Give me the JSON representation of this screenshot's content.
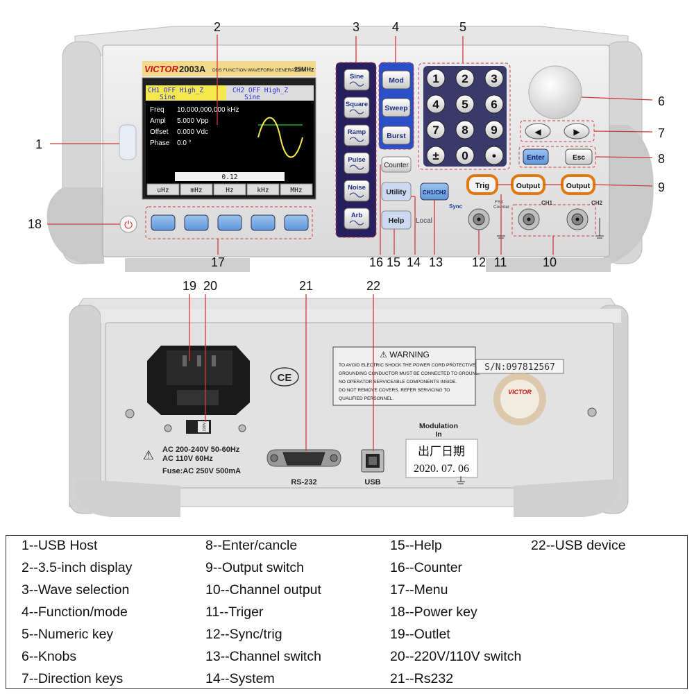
{
  "callouts": [
    "1",
    "2",
    "3",
    "4",
    "5",
    "6",
    "7",
    "8",
    "9",
    "10",
    "11",
    "12",
    "13",
    "14",
    "15",
    "16",
    "17",
    "18",
    "19",
    "20",
    "21",
    "22"
  ],
  "front": {
    "brand": "VICTOR",
    "model": "2003A",
    "subtitle": "DDS FUNCTION WAVEFORM GENERATOR",
    "max_freq": "25MHz",
    "screen": {
      "ch1_status": "CH1  OFF  High_Z",
      "ch1_wave": "Sine",
      "ch2_status": "CH2  OFF  High_Z",
      "ch2_wave": "Sine",
      "freq_label": "Freq",
      "freq_value": "10.000,000,000 kHz",
      "ampl_label": "Ampl",
      "ampl_value": "5.000 Vpp",
      "offset_label": "Offset",
      "offset_value": "0.000 Vdc",
      "phase_label": "Phase",
      "phase_value": "0.0 °",
      "input_value": "0.12",
      "softkeys": [
        "uHz",
        "mHz",
        "Hz",
        "kHz",
        "MHz"
      ]
    },
    "wave_buttons": [
      "Sine",
      "Square",
      "Ramp",
      "Pulse",
      "Noise",
      "Arb"
    ],
    "mode_buttons": [
      "Mod",
      "Sweep",
      "Burst"
    ],
    "counter_label": "Counter",
    "utility_label": "Utility",
    "help_label": "Help",
    "local_label": "Local",
    "ch_switch_label": "CH1/CH2",
    "numpad": [
      "1",
      "2",
      "3",
      "4",
      "5",
      "6",
      "7",
      "8",
      "9",
      "±",
      "0",
      "•"
    ],
    "arrow_left": "◀",
    "arrow_right": "▶",
    "enter_label": "Enter",
    "esc_label": "Esc",
    "trig_label": "Trig",
    "output1_label": "Output",
    "output2_label": "Output",
    "sync_label": "Sync",
    "fsk_label": "FSK",
    "counter_small_label": "Counter",
    "ch1_label": "CH1",
    "ch2_label": "CH2"
  },
  "back": {
    "ce_mark": "CE",
    "warning_title": "⚠ WARNING",
    "warning_lines": [
      "TO AVOID ELECTRIC SHOCK THE POWER CORD PROTECTIVE",
      "GROUNDING CONDUCTOR MUST BE CONNECTED TO GROUND.",
      "NO OPERATOR SERVICEABLE COMPONENTS INSIDE.",
      "DO NOT REMOVE COVERS. REFER SERVICING TO",
      "QUALIFIED PERSONNEL."
    ],
    "serial": "S/N:097812567",
    "seal_brand": "VICTOR",
    "modulation_line1": "Modulation",
    "modulation_line2": "In",
    "date_label": "出厂日期",
    "date_value": "2020. 07. 06",
    "power_line1": "AC 200-240V 50-60Hz",
    "power_line2": "AC 110V   60Hz",
    "fuse_line": "Fuse:AC 250V 500mA",
    "switch_label": "220V",
    "rs232_label": "RS-232",
    "usb_label": "USB"
  },
  "legend": [
    [
      "1--USB Host",
      "2--3.5-inch display",
      "3--Wave selection",
      "4--Function/mode",
      "5--Numeric key",
      "6--Knobs",
      "7--Direction keys"
    ],
    [
      "8--Enter/cancle",
      "9--Output switch",
      "10--Channel output",
      "11--Triger",
      "12--Sync/trig",
      "13--Channel switch",
      "14--System"
    ],
    [
      "15--Help",
      "16--Counter",
      "17--Menu",
      "18--Power key",
      "19--Outlet",
      "20--220V/110V switch",
      "21--Rs232"
    ],
    [
      "22--USB device"
    ]
  ],
  "colors": {
    "accent_blue": "#2a4fc7",
    "callout_red": "#d0393b",
    "output_orange": "#e07a10",
    "screen_bg": "#000000",
    "screen_yellow": "#f4e94a"
  }
}
